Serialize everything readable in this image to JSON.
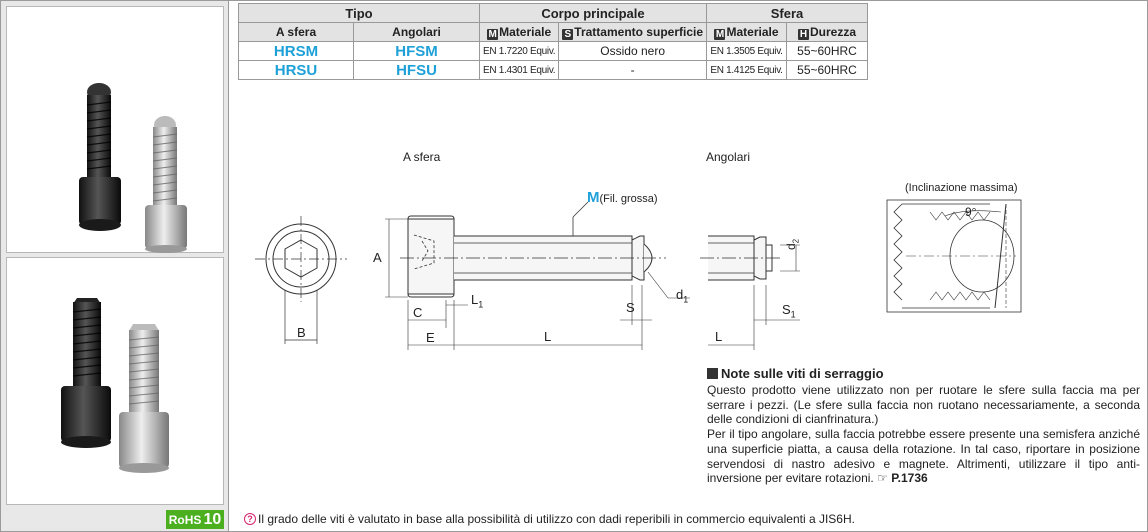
{
  "table": {
    "header": {
      "tipo": "Tipo",
      "corpo": "Corpo principale",
      "sfera": "Sfera"
    },
    "subheader": {
      "a_sfera": "A sfera",
      "angolari": "Angolari",
      "materiale": "Materiale",
      "trattamento": "Trattamento superficie",
      "materiale2": "Materiale",
      "durezza": "Durezza"
    },
    "icons": {
      "m": "M",
      "s": "S",
      "h": "H"
    },
    "rows": [
      {
        "a_sfera": "HRSM",
        "angolari": "HFSM",
        "materiale": "EN 1.7220 Equiv.",
        "trattamento": "Ossido nero",
        "sfera_materiale": "EN 1.3505 Equiv.",
        "durezza": "55~60HRC"
      },
      {
        "a_sfera": "HRSU",
        "angolari": "HFSU",
        "materiale": "EN 1.4301 Equiv.",
        "trattamento": "-",
        "sfera_materiale": "EN 1.4125 Equiv.",
        "durezza": "55~60HRC"
      }
    ]
  },
  "drawing": {
    "label_a_sfera": "A sfera",
    "label_angolari": "Angolari",
    "thread_m": "M",
    "thread_note": "(Fil. grossa)",
    "inclination": "(Inclinazione massima)",
    "angle": "9°",
    "dims": {
      "A": "A",
      "B": "B",
      "C": "C",
      "E": "E",
      "L": "L",
      "L1": "L",
      "L1_sub": "1",
      "S": "S",
      "d1": "d",
      "d1_sub": "1",
      "d2": "d",
      "d2_sub": "2",
      "S1": "S",
      "S1_sub": "1"
    }
  },
  "notes": {
    "title": "Note sulle viti di serraggio",
    "p1": "Questo prodotto viene utilizzato non per ruotare le sfere sulla faccia ma per serrare i pezzi. (Le sfere sulla faccia non ruotano necessariamente, a seconda delle condizioni di cianfrinatura.)",
    "p2": "Per il tipo angolare, sulla faccia potrebbe essere presente una semisfera anziché una superficie piatta, a causa della rotazione. In tal caso, riportare in posizione servendosi di nastro adesivo e magnete. Altrimenti, utilizzare il tipo anti-inversione per evitare rotazioni.",
    "ref_icon": "☞",
    "ref": "P.1736"
  },
  "footnote": "Il grado delle viti è valutato in base alla possibilità di utilizzo con dadi reperibili in commercio equivalenti a JIS6H.",
  "rohs": {
    "label": "RoHS",
    "num": "10"
  },
  "colors": {
    "code_blue": "#1ea0d8",
    "rohs_green": "#4caf1f"
  }
}
